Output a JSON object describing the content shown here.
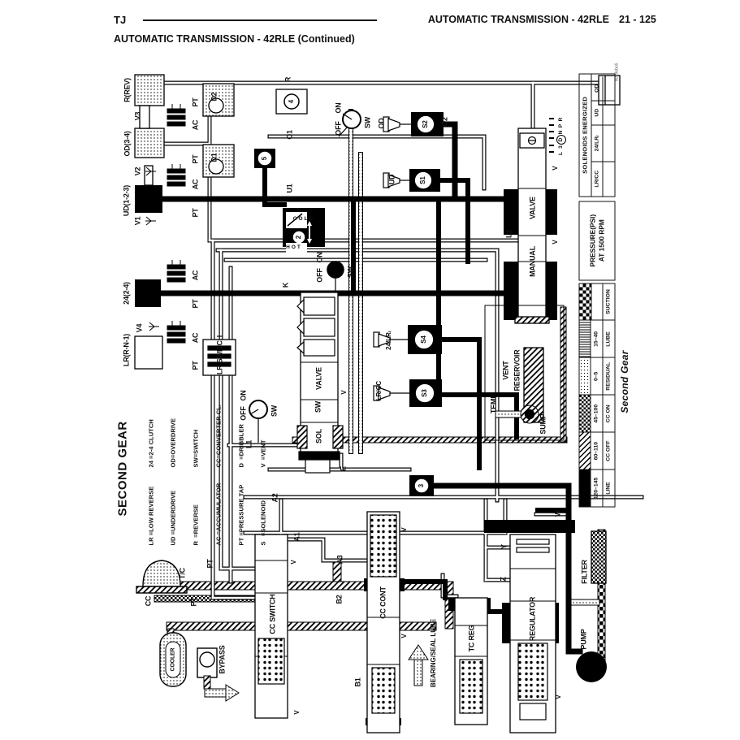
{
  "header": {
    "brand": "TJ",
    "title": "AUTOMATIC TRANSMISSION - 42RLE",
    "page": "21 - 125",
    "subtitle": "AUTOMATIC TRANSMISSION - 42RLE (Continued)"
  },
  "figure_code": "8079ebc6",
  "gear_caption": "Second Gear",
  "legend": {
    "title": "SECOND GEAR",
    "col1": [
      "LR =LOW REVERSE",
      "UD =UNDERDRIVE",
      "R  =REVERSE",
      "AC =ACCUMULATOR",
      "PT =PRESSURE TAP",
      "S   =SOLENOID"
    ],
    "col2": [
      "24 =2-4 CLUTCH",
      "OD=OVERDRIVE",
      "SW=SWITCH",
      "CC=CONVERTER CL.",
      "D  =DRIBBLER",
      "V  =VENT"
    ]
  },
  "solenoid_table": {
    "title": "SOLENOIDS ENERGIZED",
    "columns": [
      "LR/CC",
      "24/LRᵣ",
      "UD",
      "OD"
    ]
  },
  "pressure_table": {
    "title_line1": "PRESSURE(PSI)",
    "title_line2": "AT 1500 RPM",
    "rows": [
      {
        "label": "LINE",
        "value": "120–145",
        "pattern": "solid"
      },
      {
        "label": "CC OFF",
        "value": "60–110",
        "pattern": "diagonal"
      },
      {
        "label": "CC ON",
        "value": "45–100",
        "pattern": "checker"
      },
      {
        "label": "RESIDUAL",
        "value": "0–5",
        "pattern": "dots"
      },
      {
        "label": "LUBE",
        "value": "15–40",
        "pattern": "vlines"
      },
      {
        "label": "SUCTION",
        "value": "",
        "pattern": "suction"
      }
    ]
  },
  "selector": {
    "positions": [
      "P",
      "R",
      "N",
      "D",
      "3",
      "L"
    ],
    "selected": "D"
  },
  "labels": {
    "r_rev": "R(REV)",
    "v3": "V3",
    "od34": "OD(3-4)",
    "v2": "V2",
    "ud123": "UD(1-2-3)",
    "v1": "V1",
    "pt": "PT",
    "ac": "AC",
    "d1": "D1",
    "d2": "D2",
    "c2424": "24(2-4)",
    "v4": "V4",
    "lrrn1": "LR(R-N-1)",
    "lr_switch": "LR SWITCH",
    "r": "R",
    "o1": "O1",
    "u1": "U1",
    "k": "K",
    "o2": "O2",
    "od": "OD",
    "ud": "UD",
    "sw": "SW",
    "off": "OFF",
    "on": "ON",
    "l1": "L1",
    "l2": "L2",
    "manual": "MANUAL",
    "valve": "VALVE",
    "sol": "SOL",
    "lr24": "24/LRᵣ",
    "lrcc": "LR/CC",
    "e": "E",
    "a1": "A1",
    "a2": "A2",
    "a3": "A3",
    "b1": "B1",
    "b2": "B2",
    "t": "T",
    "w": "W",
    "y": "Y",
    "z": "Z",
    "cc_switch": "CC SWITCH",
    "cc_cont": "CC CONT",
    "tc_reg": "TC REG",
    "regulator": "REGULATOR",
    "pump": "PUMP",
    "filter": "FILTER",
    "bearing": "BEARING/SEAL LUBE",
    "bypass": "BYPASS",
    "cooler": "COOLER",
    "tc": "T/C",
    "cc": "CC",
    "vent1": "VENT",
    "vent2": "RESERVOIR",
    "temp": "TEMP",
    "sump": "SUMP",
    "v": "V",
    "cold": "COLD",
    "hot": "HOT",
    "s1": "S1",
    "s2": "S2",
    "s3": "S3",
    "s4": "S4",
    "n2": "2",
    "n3": "3",
    "n4": "4",
    "n5": "5"
  }
}
